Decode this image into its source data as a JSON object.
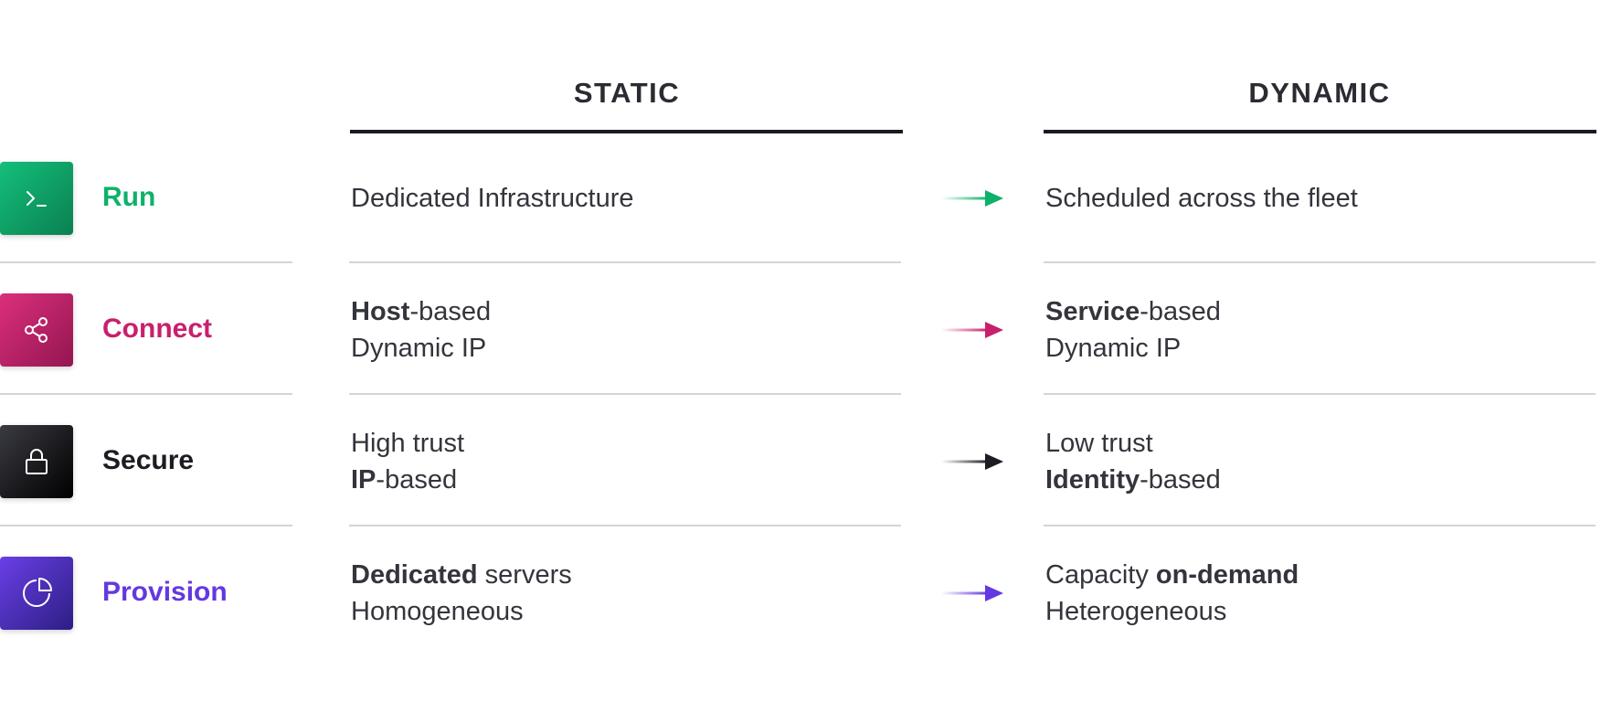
{
  "columns": {
    "static": "STATIC",
    "dynamic": "DYNAMIC"
  },
  "rows": [
    {
      "name": "run",
      "label": "Run",
      "color": "#0eb16a",
      "icon": "terminal-icon",
      "tile_gradient": [
        "#14bf7a",
        "#0a8051"
      ],
      "static": [
        [
          {
            "t": "Dedicated Infrastructure",
            "b": false
          }
        ]
      ],
      "dynamic": [
        [
          {
            "t": "Scheduled across the fleet",
            "b": false
          }
        ]
      ]
    },
    {
      "name": "connect",
      "label": "Connect",
      "color": "#c8206c",
      "icon": "share-icon",
      "tile_gradient": [
        "#dc2f7c",
        "#931650"
      ],
      "static": [
        [
          {
            "t": "Host",
            "b": true
          },
          {
            "t": "-based",
            "b": false
          }
        ],
        [
          {
            "t": "Dynamic IP",
            "b": false
          }
        ]
      ],
      "dynamic": [
        [
          {
            "t": "Service",
            "b": true
          },
          {
            "t": "-based",
            "b": false
          }
        ],
        [
          {
            "t": "Dynamic IP",
            "b": false
          }
        ]
      ]
    },
    {
      "name": "secure",
      "label": "Secure",
      "color": "#1c1c22",
      "icon": "lock-icon",
      "tile_gradient": [
        "#3a3a42",
        "#000000"
      ],
      "static": [
        [
          {
            "t": "High trust",
            "b": false
          }
        ],
        [
          {
            "t": "IP",
            "b": true
          },
          {
            "t": "-based",
            "b": false
          }
        ]
      ],
      "dynamic": [
        [
          {
            "t": "Low trust",
            "b": false
          }
        ],
        [
          {
            "t": "Identity",
            "b": true
          },
          {
            "t": "-based",
            "b": false
          }
        ]
      ]
    },
    {
      "name": "provision",
      "label": "Provision",
      "color": "#6438e0",
      "icon": "pie-chart-icon",
      "tile_gradient": [
        "#6a3fe6",
        "#2d1e84"
      ],
      "static": [
        [
          {
            "t": "Dedicated",
            "b": true
          },
          {
            "t": " servers",
            "b": false
          }
        ],
        [
          {
            "t": "Homogeneous",
            "b": false
          }
        ]
      ],
      "dynamic": [
        [
          {
            "t": "Capacity ",
            "b": false
          },
          {
            "t": "on-demand",
            "b": true
          }
        ],
        [
          {
            "t": "Heterogeneous",
            "b": false
          }
        ]
      ]
    }
  ]
}
